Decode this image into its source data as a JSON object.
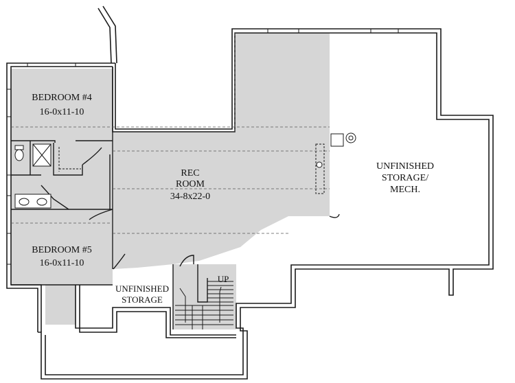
{
  "rooms": {
    "bedroom4": {
      "name": "BEDROOM #4",
      "size": "16-0x11-10"
    },
    "bedroom5": {
      "name": "BEDROOM #5",
      "size": "16-0x11-10"
    },
    "rec_room": {
      "line1": "REC",
      "line2": "ROOM",
      "size": "34-8x22-0"
    },
    "unfinished_storage_mech": {
      "line1": "UNFINISHED",
      "line2": "STORAGE/",
      "line3": "MECH."
    },
    "unfinished_storage": {
      "line1": "UNFINISHED",
      "line2": "STORAGE"
    }
  },
  "stairs": {
    "label": "UP"
  },
  "colors": {
    "finished_fill": "#d6d6d6",
    "wall": "#1a1a1a",
    "background": "#ffffff"
  }
}
